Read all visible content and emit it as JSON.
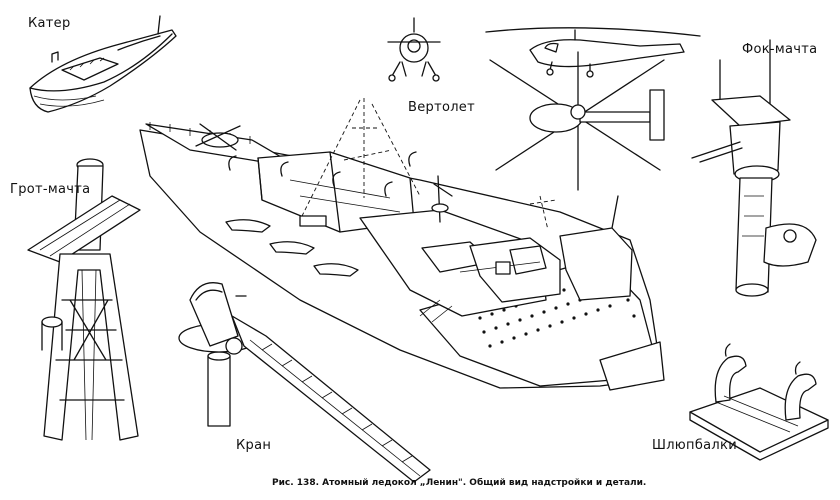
{
  "labels": {
    "kater": "Катер",
    "grot_machta": "Грот-мачта",
    "vertolet": "Вертолет",
    "fok_machta": "Фок-мачта",
    "kran": "Кран",
    "shlyupbalki": "Шлюпбалки"
  },
  "caption": "Рис. 138. Атомный ледокол „Ленин\". Общий вид надстройки и детали.",
  "colors": {
    "ink": "#111111",
    "paper": "#ffffff"
  }
}
